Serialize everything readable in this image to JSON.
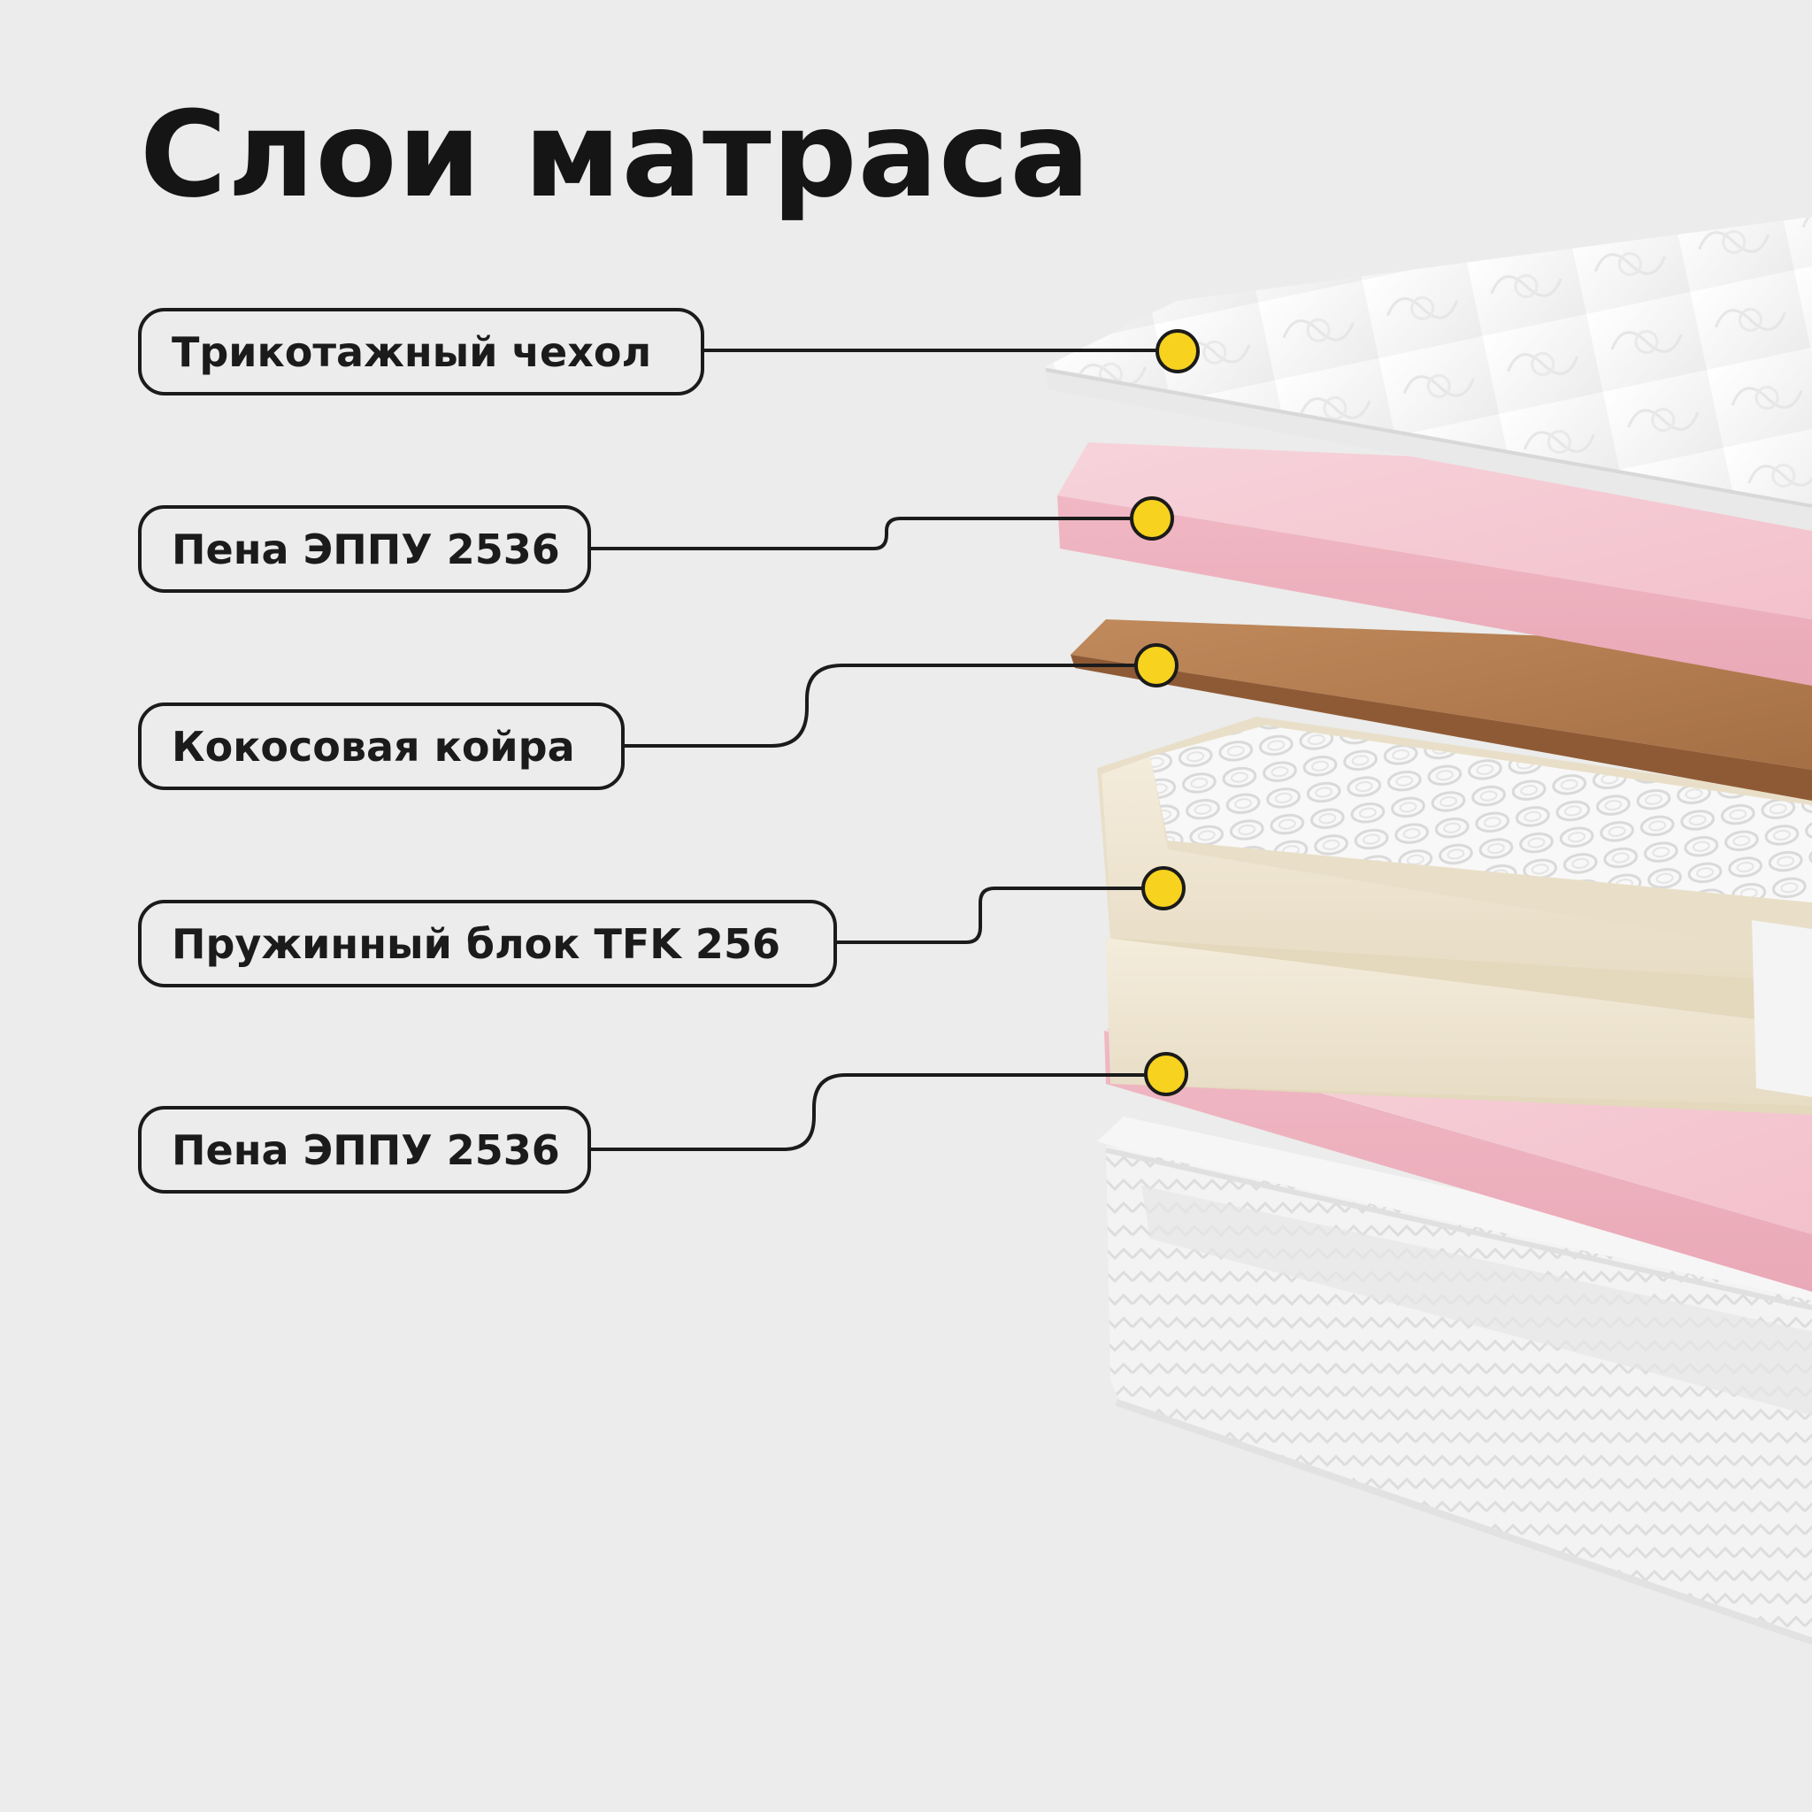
{
  "title": "Слои матраса",
  "layers": [
    {
      "label": "Трикотажный чехол"
    },
    {
      "label": "Пена ЭППУ 2536"
    },
    {
      "label": "Кокосовая койра"
    },
    {
      "label": "Пружинный блок TFK 256"
    },
    {
      "label": "Пена ЭППУ 2536"
    }
  ],
  "colors": {
    "background": "#ebeceb",
    "marker": "#f7d21e",
    "outline": "#1b1b1b",
    "cover": "#f6f6f6",
    "foam": "#f2c6cf",
    "coir": "#b07a4e",
    "spring_block_frame": "#efe6d2"
  }
}
